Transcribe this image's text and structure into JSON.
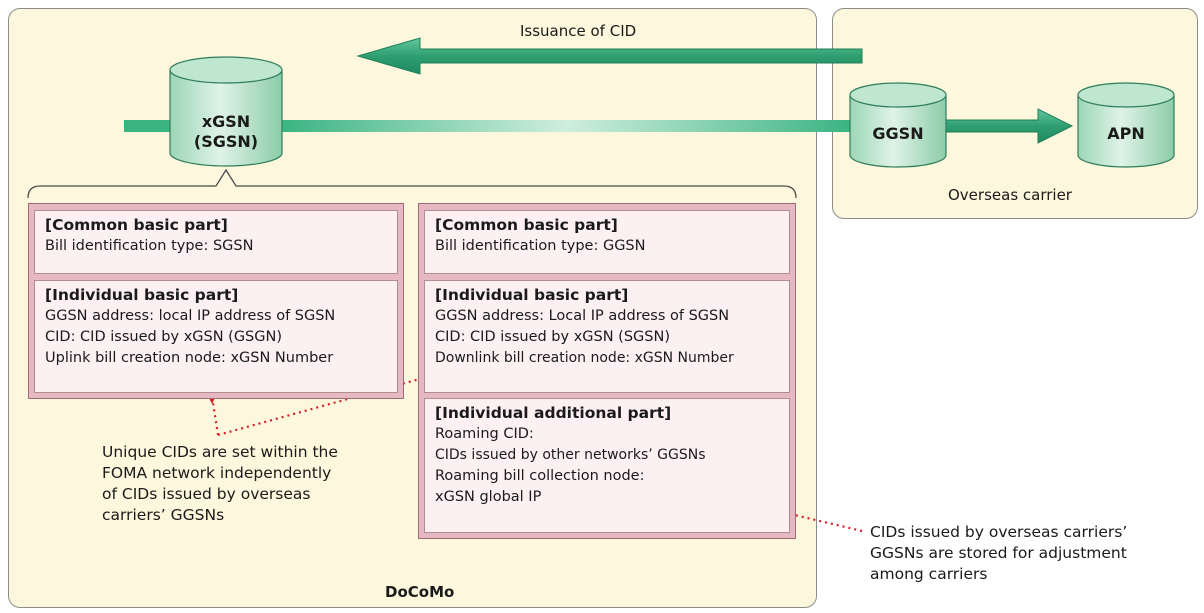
{
  "regions": {
    "docomo": "DoCoMo",
    "overseas": "Overseas carrier"
  },
  "arrows": {
    "issuance": "Issuance of CID"
  },
  "nodes": {
    "xgsn_line1": "xGSN",
    "xgsn_line2": "(SGSN)",
    "ggsn": "GGSN",
    "apn": "APN"
  },
  "left_record": {
    "common": {
      "title": "[Common basic part]",
      "lines": [
        "Bill identification type: SGSN"
      ]
    },
    "individual": {
      "title": "[Individual basic part]",
      "lines": [
        "GGSN address: local IP address of SGSN",
        "CID: CID issued by xGSN (GSGN)",
        "Uplink bill creation node: xGSN Number"
      ]
    }
  },
  "right_record": {
    "common": {
      "title": "[Common basic part]",
      "lines": [
        "Bill identification type: GGSN"
      ]
    },
    "individual": {
      "title": "[Individual basic part]",
      "lines": [
        "GGSN address: Local IP address of SGSN",
        "CID: CID issued by xGSN (SGSN)",
        "Downlink bill creation node: xGSN Number"
      ]
    },
    "additional": {
      "title": "[Individual additional part]",
      "lines": [
        "Roaming CID:",
        "CIDs issued by other networks’ GGSNs",
        "Roaming bill collection node:",
        "xGSN global IP"
      ]
    }
  },
  "notes": {
    "unique_cids": [
      "Unique CIDs are set within the",
      "FOMA network independently",
      "of CIDs issued by overseas",
      "carriers’ GGSNs"
    ],
    "stored_cids": [
      "CIDs issued by overseas carriers’",
      "GGSNs are stored for adjustment",
      "among carriers"
    ]
  },
  "colors": {
    "region_fill": "#fdf8dd",
    "arrow_green": "#2fa67a",
    "cylinder_green": "#bfe6cf",
    "record_outer": "#e6b8c2",
    "record_inner": "#fdf0f3",
    "dotted_red": "#d81e2a"
  }
}
